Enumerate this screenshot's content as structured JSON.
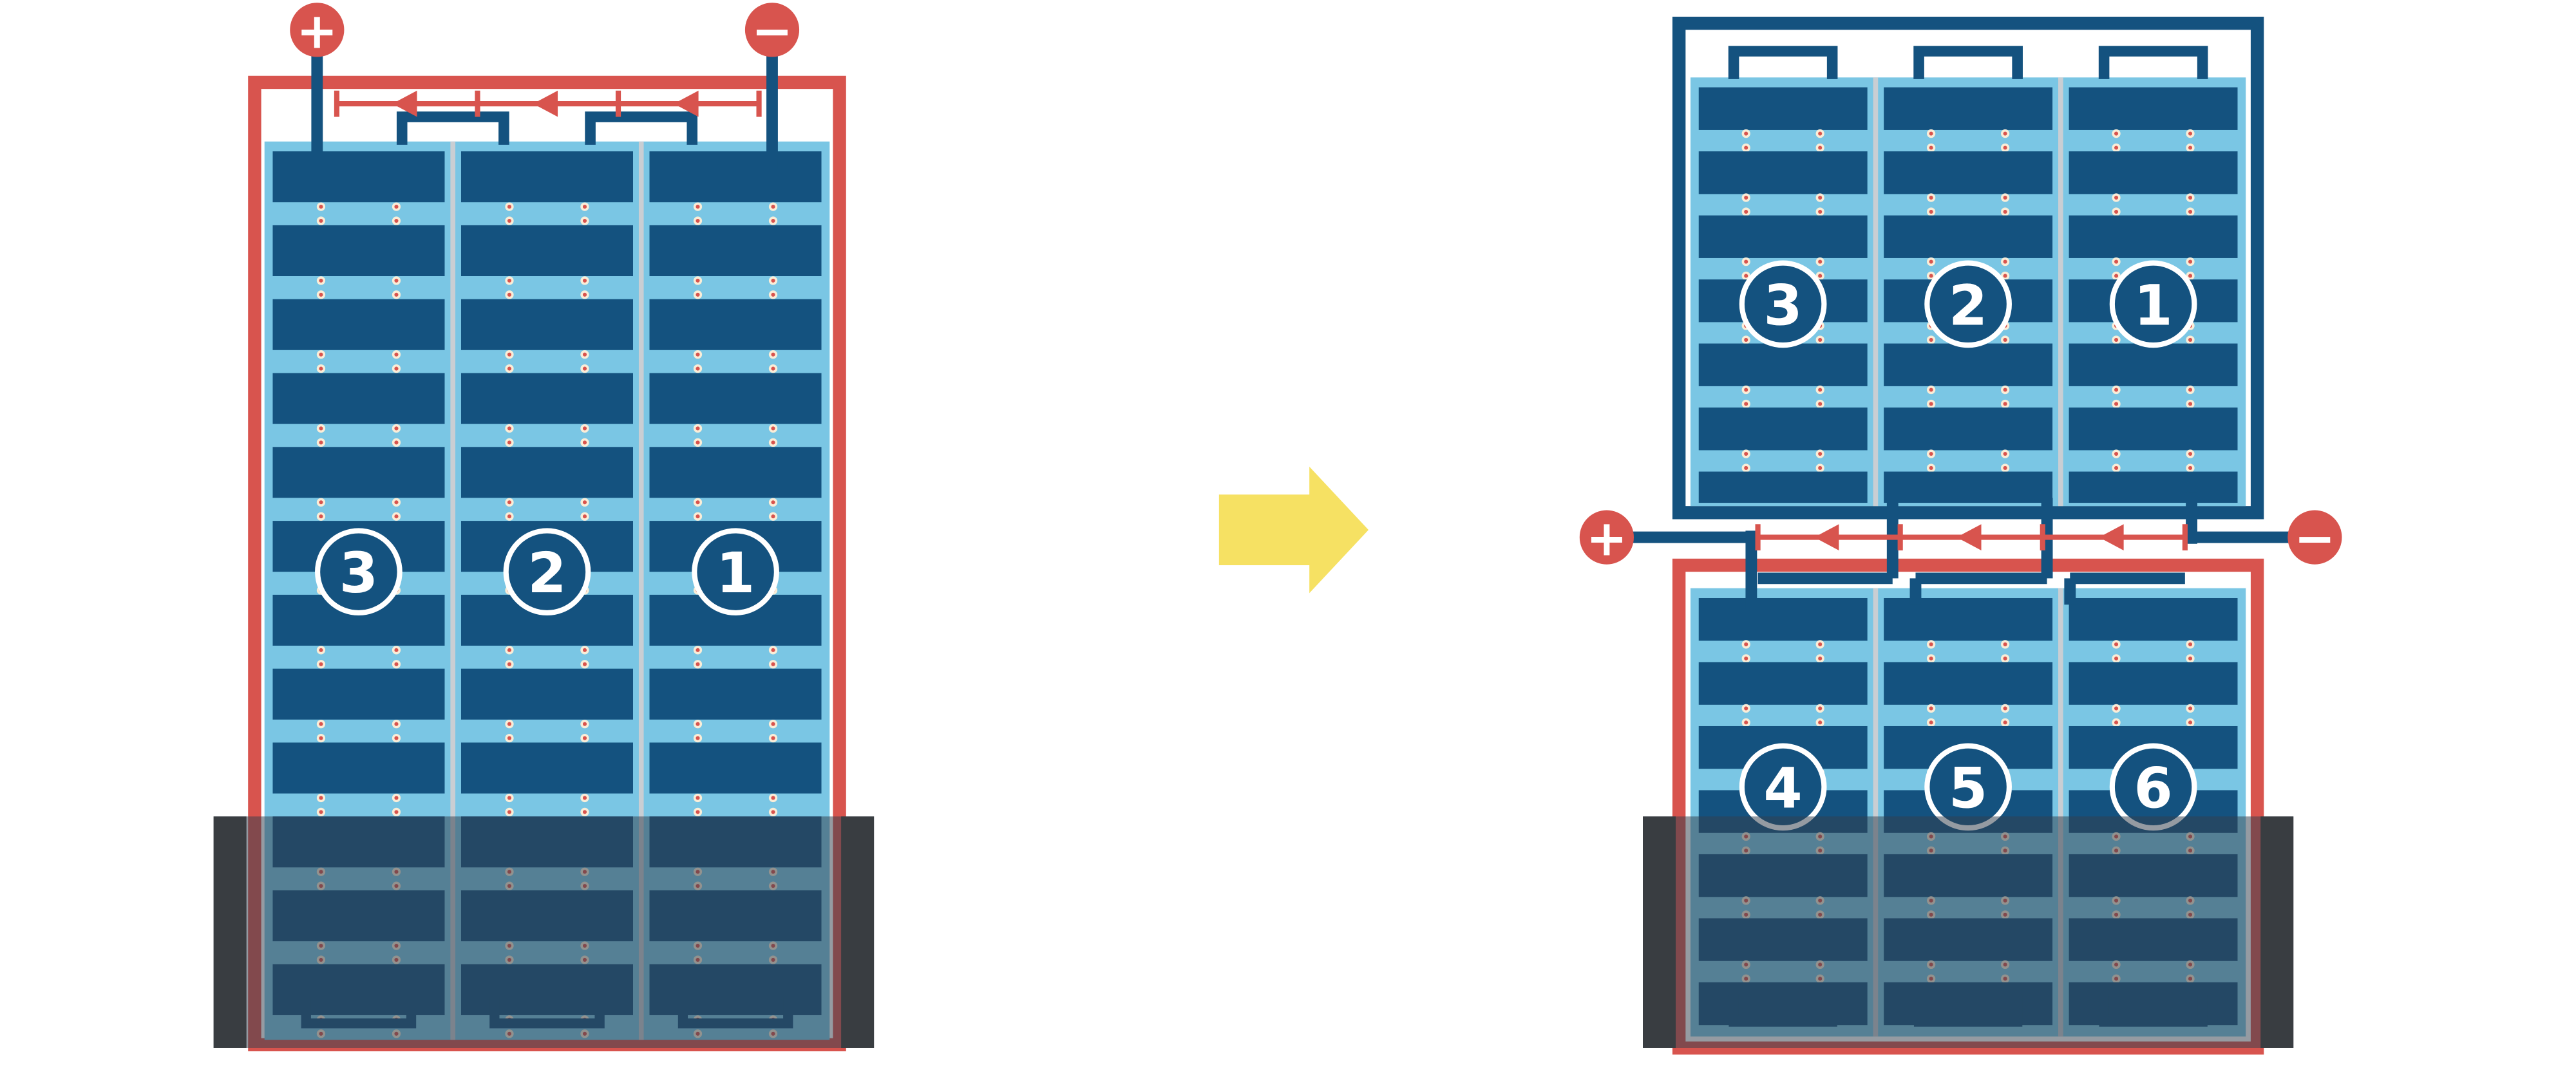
{
  "colors": {
    "red": "#D8544E",
    "dark_blue": "#14527F",
    "light_blue": "#7AC6E4",
    "divider_gray": "#C9CED3",
    "yellow": "#F6E163",
    "dot_outer": "#F9EDD8",
    "dot_inner": "#D8544E",
    "shade_overlay": "rgba(52,63,76,0.52)",
    "shade_bar": "#393D41"
  },
  "left_module": {
    "terminals": {
      "positive": "+",
      "negative": "−"
    },
    "string_labels": [
      "3",
      "2",
      "1"
    ]
  },
  "right_module": {
    "terminals": {
      "positive": "+",
      "negative": "−"
    },
    "top_string_labels": [
      "3",
      "2",
      "1"
    ],
    "bottom_string_labels": [
      "4",
      "5",
      "6"
    ]
  }
}
